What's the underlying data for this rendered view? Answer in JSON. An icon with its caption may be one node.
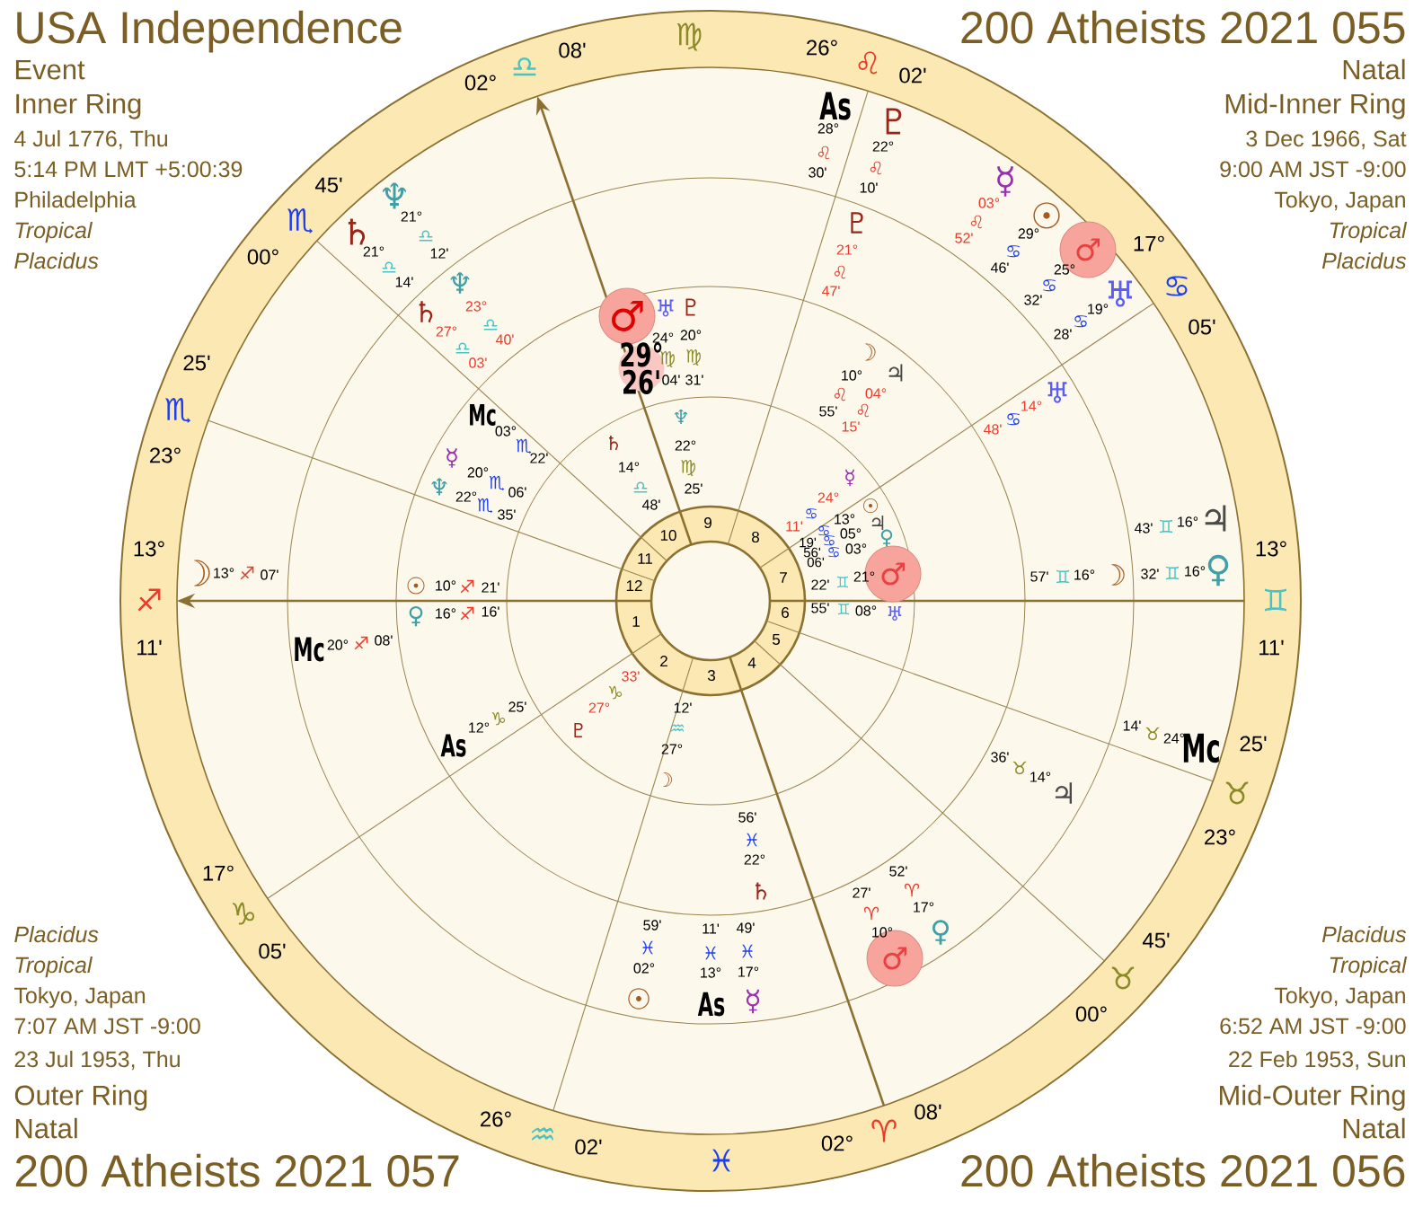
{
  "diagram": {
    "nodes": [
      {
        "text": [
          "♂"
        ],
        "beside": [
          "25°",
          "♋",
          "32'"
        ]
      },
      {
        "text": [
          "♂"
        ]
      },
      {
        "text": [
          "29°",
          "26'"
        ]
      },
      {
        "text": [
          "♂"
        ],
        "beside": [
          "21°",
          "♊",
          "22'"
        ]
      },
      {
        "text": [
          "♂"
        ],
        "beside": [
          "27'",
          "♈",
          "10°"
        ]
      }
    ],
    "labels": [
      "USA Independence",
      "Event",
      "Inner Ring",
      "4 Jul 1776, Thu",
      "5:14 PM LMT +5:00:39",
      "Philadelphia",
      "Tropical",
      "Placidus",
      "200 Atheists 2021 055",
      "Natal",
      "Mid-Inner Ring",
      "3 Dec 1966, Sat",
      "9:00 AM JST -9:00",
      "Tokyo, Japan",
      "Tropical",
      "Placidus",
      "♍",
      "26°",
      "♌",
      "02'",
      "08'",
      "♎",
      "02°",
      "45'",
      "♏",
      "00°",
      "17°",
      "♋",
      "05'",
      "25'",
      "♏",
      "23°",
      "13°",
      "♐",
      "11'",
      "13°",
      "♊",
      "11'",
      "25'",
      "♉",
      "23°",
      "17°",
      "♑",
      "05'",
      "45'",
      "♉",
      "00°",
      "08'",
      "26°",
      "♒",
      "02'",
      "02°",
      "♈",
      "♓",
      "1",
      "2",
      "3",
      "4",
      "5",
      "6",
      "7",
      "8",
      "9",
      "10",
      "11",
      "12",
      "♆",
      "21°",
      "♎",
      "12'",
      "♄",
      "21°",
      "♎",
      "14'",
      "As",
      "28°",
      "♌",
      "30'",
      "♇",
      "22°",
      "♌",
      "10'",
      "☿",
      "03°",
      "♌",
      "52'",
      "☉",
      "29°",
      "♋",
      "46'",
      "♅",
      "19°",
      "♋",
      "28'",
      "♃",
      "16°",
      "♊",
      "43'",
      "♀",
      "16°",
      "♊",
      "32'",
      "Mc",
      "24°",
      "♉",
      "14'",
      "☽",
      "13°",
      "♐",
      "07'",
      "♆",
      "23°",
      "♎",
      "40'",
      "♄",
      "27°",
      "♎",
      "03'",
      "♇",
      "21°",
      "♌",
      "47'",
      "♅",
      "14°",
      "♋",
      "48'",
      "☽",
      "16°",
      "♊",
      "57'",
      "Mc",
      "20°",
      "♐",
      "08'",
      "♃",
      "14°",
      "♉",
      "36'",
      "52'",
      "♈",
      "17°",
      "♀",
      "59'",
      "♓",
      "02°",
      "☉",
      "11'",
      "♓",
      "13°",
      "As",
      "49'",
      "♓",
      "17°",
      "☿",
      "♅",
      "24°",
      "♍",
      "04'",
      "♇",
      "20°",
      "♍",
      "31'",
      "☽",
      "10°",
      "♌",
      "55'",
      "♃",
      "04°",
      "♌",
      "15'",
      "Mc",
      "03°",
      "♏",
      "22'",
      "☿",
      "20°",
      "♏",
      "06'",
      "♆",
      "22°",
      "♏",
      "35'",
      "☉",
      "10°",
      "♐",
      "21'",
      "♀",
      "16°",
      "♐",
      "16'",
      "As",
      "12°",
      "♑",
      "25'",
      "56'",
      "♓",
      "22°",
      "♄",
      "♄",
      "14°",
      "♎",
      "48'",
      "♆",
      "22°",
      "♍",
      "25'",
      "☿",
      "24°",
      "♋",
      "11'",
      "☉",
      "13°",
      "♋",
      "19'",
      "♃",
      "05°",
      "♋",
      "56'",
      "♀",
      "03°",
      "♋",
      "06'",
      "♅",
      "08°",
      "♊",
      "55'",
      "♇",
      "27°",
      "♑",
      "33'",
      "☽",
      "27°",
      "♒",
      "12'",
      "Placidus",
      "Tropical",
      "Tokyo, Japan",
      "7:07 AM JST -9:00",
      "23 Jul 1953, Thu",
      "Outer Ring",
      "Natal",
      "200 Atheists 2021 057",
      "Placidus",
      "Tropical",
      "Tokyo, Japan",
      "6:52 AM JST -9:00",
      "22 Feb 1953, Sun",
      "Mid-Outer Ring",
      "Natal",
      "200 Atheists 2021 056"
    ]
  }
}
